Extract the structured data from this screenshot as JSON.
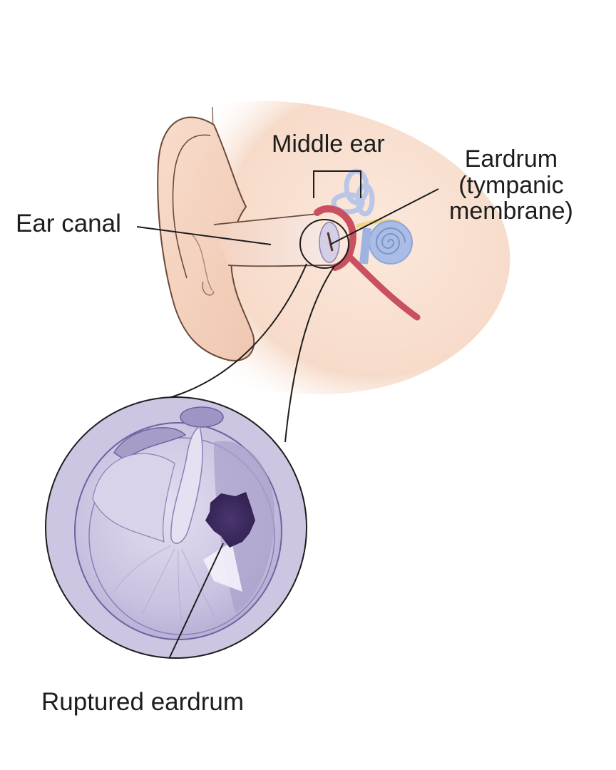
{
  "figure": {
    "subject": "Ruptured eardrum anatomy",
    "colors": {
      "background": "#ffffff",
      "skin": "#f7dccc",
      "skin_shadow": "#e9bfa8",
      "outline": "#6b4a3a",
      "ossicle_red": "#c9505f",
      "semicircular_blue": "#b9c6e8",
      "cochlea_blue": "#a9bde6",
      "nerve_yellow": "#eed98a",
      "eardrum_lavender": "#cfc8e4",
      "eardrum_shadow": "#a79cc8",
      "perforation": "#3d2a5e",
      "leader_line": "#1d1d1d",
      "text": "#1d1d1d"
    }
  },
  "labels": {
    "middle_ear": "Middle ear",
    "eardrum": "Eardrum\n(tympanic\nmembrane)",
    "ear_canal": "Ear canal",
    "ruptured_eardrum": "Ruptured eardrum"
  }
}
